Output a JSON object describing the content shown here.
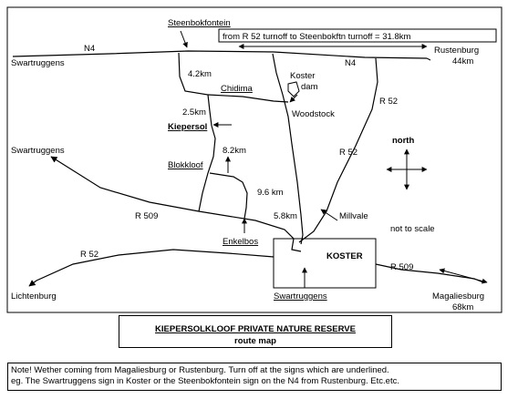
{
  "map": {
    "places": {
      "steenbokfontein": "Steenbokfontein",
      "swartruggens_top": "Swartruggens",
      "rustenburg": "Rustenburg",
      "rustenburg_km": "44km",
      "swartruggens_mid": "Swartruggens",
      "chidima": "Chidima",
      "koster_dam_1": "Koster",
      "koster_dam_2": "dam",
      "woodstock": "Woodstock",
      "kiepersol": "Kiepersol",
      "blokkloof": "Blokkloof",
      "millvale": "Millvale",
      "enkelbos": "Enkelbos",
      "koster": "KOSTER",
      "lichtenburg": "Lichtenburg",
      "swartruggens_bottom": "Swartruggens",
      "magaliesburg": "Magaliesburg",
      "magaliesburg_km": "68km"
    },
    "roads": {
      "n4_left": "N4",
      "n4_right": "N4",
      "r52_top": "R 52",
      "r52_mid": "R 52",
      "r509_left": "R  509",
      "r509_right": "R 509",
      "r52_left": "R  52"
    },
    "distances": {
      "d1": "4.2km",
      "d2": "2.5km",
      "d3": "8.2km",
      "d4": "9.6 km",
      "d5": "5.8km"
    },
    "turnoff_note": "from R 52 turnoff to Steenbokftn turnoff = 31.8km",
    "compass_label": "north",
    "scale_note": "not to scale"
  },
  "title": {
    "line1": "KIEPERSOLKLOOF PRIVATE NATURE RESERVE",
    "line2": "route map"
  },
  "note": {
    "line1": "Note! Wether coming from Magaliesburg or Rustenburg. Turn off at the signs which are underlined.",
    "line2": "eg. The Swartruggens sign in Koster or the Steenbokfontein sign on the N4 from Rustenburg. Etc.etc."
  }
}
